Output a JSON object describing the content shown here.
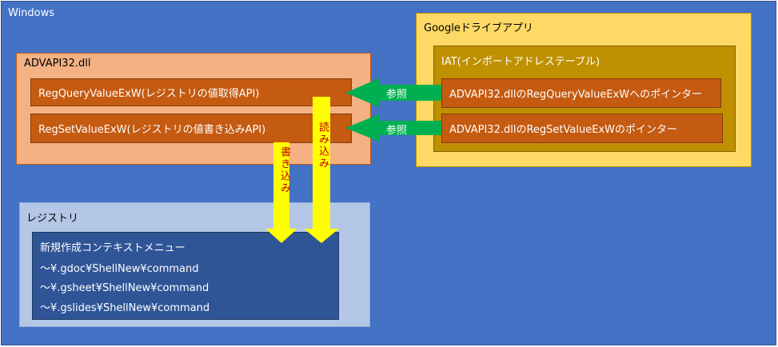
{
  "windows": {
    "label": "Windows"
  },
  "advapi": {
    "label": "ADVAPI32.dll",
    "functions": [
      "RegQueryValueExW(レジストリの値取得API)",
      "RegSetValueExW(レジストリの値書き込みAPI)"
    ]
  },
  "google_drive": {
    "label": "Googleドライブアプリ",
    "iat": {
      "label": "IAT(インポートアドレステーブル)",
      "pointers": [
        "ADVAPI32.dllのRegQueryValueExWへのポインター",
        "ADVAPI32.dllのRegSetValueExWのポインター"
      ]
    }
  },
  "arrows": {
    "reference_label": "参照",
    "write_label": "書き込み",
    "read_label": "読み込み"
  },
  "registry": {
    "label": "レジストリ",
    "menu": {
      "title": "新規作成コンテキストメニュー",
      "entries": [
        "〜¥.gdoc¥ShellNew¥command",
        "〜¥.gsheet¥ShellNew¥command",
        "〜¥.gslides¥ShellNew¥command"
      ]
    }
  },
  "colors": {
    "windows": "#4472c4",
    "advapi": "#f4b183",
    "function_box": "#c55a11",
    "google_drive": "#ffd966",
    "iat": "#bf9000",
    "registry": "#b4c7e7",
    "menu": "#2f5597",
    "reference_arrow": "#00b050",
    "registry_arrow": "#ffff00",
    "registry_arrow_text": "#c00000"
  }
}
